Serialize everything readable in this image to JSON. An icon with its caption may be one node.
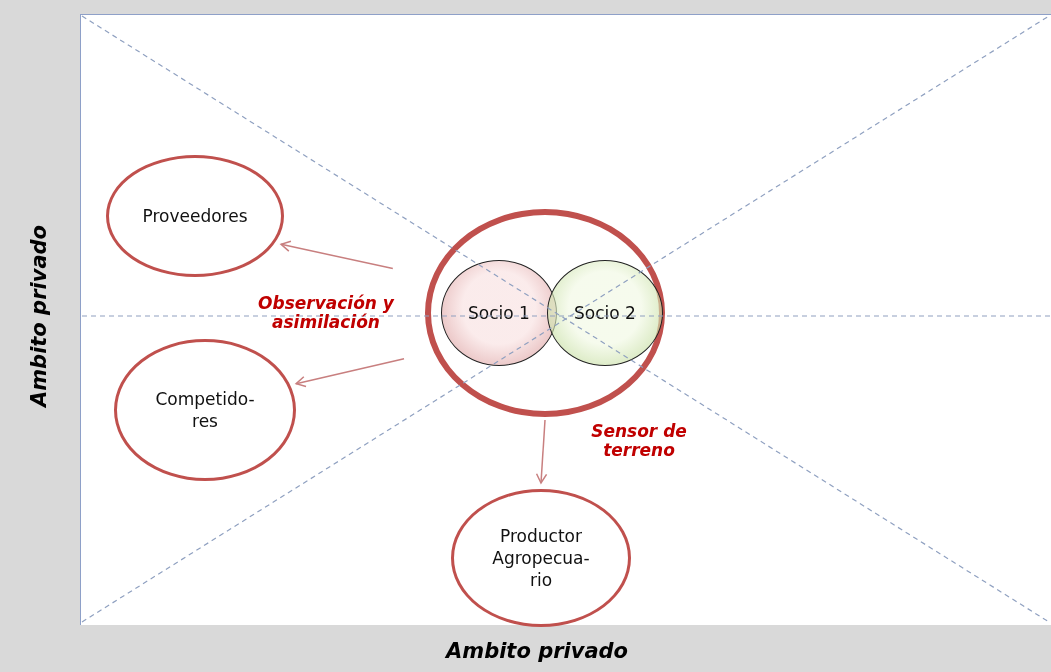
{
  "diagram": {
    "nodes": [
      {
        "text": [
          "Proveedores"
        ]
      },
      {
        "text": [],
        "shape": "circle"
      },
      {
        "text": [
          "Socio 1"
        ],
        "in": 1
      },
      {
        "text": [
          "Socio 2"
        ],
        "in": 1
      },
      {
        "text": [
          "Competido- res"
        ]
      },
      {
        "text": [
          "Productor Agropecua- rio"
        ]
      }
    ],
    "edges": [
      {
        "from": 1,
        "to": 0,
        "arrow": "to"
      },
      {
        "from": 1,
        "to": 4,
        "arrow": "to"
      },
      {
        "from": 1,
        "to": 5,
        "arrow": "to"
      }
    ],
    "labels": [
      "Ambito privado",
      "Observación y asimilación",
      "Sensor de terreno",
      "Ambito privado"
    ]
  }
}
